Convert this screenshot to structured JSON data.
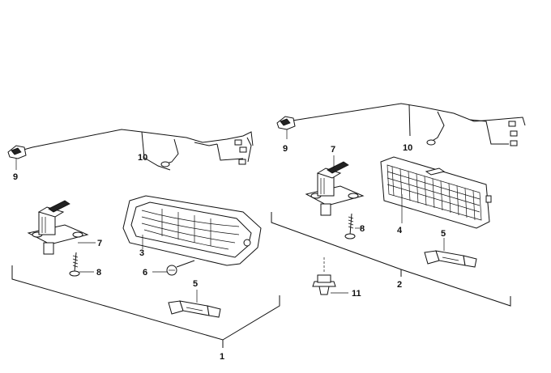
{
  "labels": {
    "l1": "1",
    "l2": "2",
    "l3": "3",
    "l4": "4",
    "l5a": "5",
    "l5b": "5",
    "l6": "6",
    "l7a": "7",
    "l7b": "7",
    "l8a": "8",
    "l8b": "8",
    "l9a": "9",
    "l9b": "9",
    "l10a": "10",
    "l10b": "10",
    "l11": "11"
  }
}
